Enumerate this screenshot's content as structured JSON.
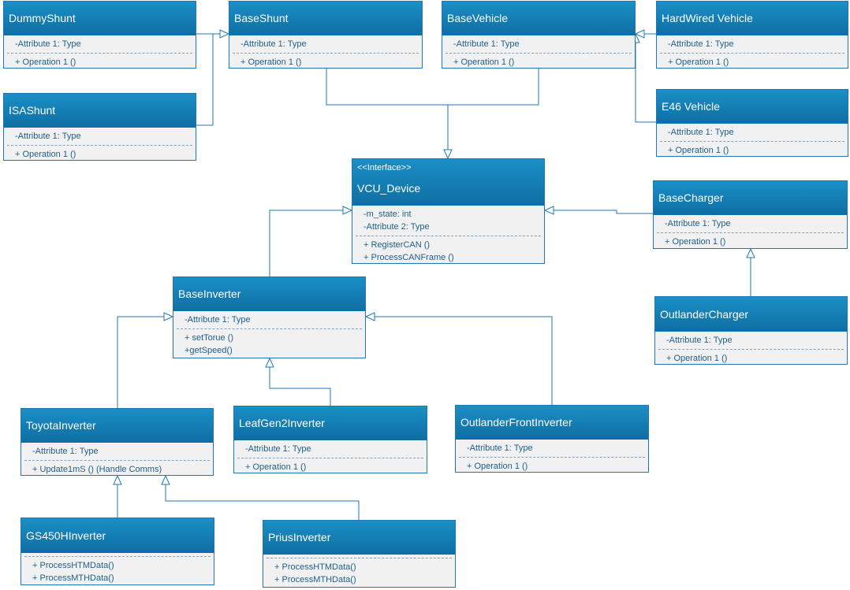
{
  "classes": {
    "dummy_shunt": {
      "name": "DummyShunt",
      "attributes": [
        "-Attribute 1: Type"
      ],
      "operations": [
        "+ Operation 1 ()"
      ]
    },
    "isa_shunt": {
      "name": "ISAShunt",
      "attributes": [
        "-Attribute 1: Type"
      ],
      "operations": [
        "+ Operation 1 ()"
      ]
    },
    "base_shunt": {
      "name": "BaseShunt",
      "attributes": [
        "-Attribute 1: Type"
      ],
      "operations": [
        "+ Operation 1 ()"
      ]
    },
    "base_vehicle": {
      "name": "BaseVehicle",
      "attributes": [
        "-Attribute 1: Type"
      ],
      "operations": [
        "+ Operation 1 ()"
      ]
    },
    "hardwired_vehicle": {
      "name": "HardWired Vehicle",
      "attributes": [
        "-Attribute 1: Type"
      ],
      "operations": [
        "+ Operation 1 ()"
      ]
    },
    "e46_vehicle": {
      "name": "E46 Vehicle",
      "attributes": [
        "-Attribute 1: Type"
      ],
      "operations": [
        "+ Operation 1 ()"
      ]
    },
    "vcu_device": {
      "stereotype": "<<Interface>>",
      "name": "VCU_Device",
      "attributes": [
        "-m_state: int",
        "-Attribute 2: Type"
      ],
      "operations": [
        "+ RegisterCAN ()",
        "+ ProcessCANFrame ()"
      ]
    },
    "base_charger": {
      "name": "BaseCharger",
      "attributes": [
        "-Attribute 1: Type"
      ],
      "operations": [
        "+ Operation 1 ()"
      ]
    },
    "outlander_charger": {
      "name": "OutlanderCharger",
      "attributes": [
        "-Attribute 1: Type"
      ],
      "operations": [
        "+ Operation 1 ()"
      ]
    },
    "base_inverter": {
      "name": "BaseInverter",
      "attributes": [
        "-Attribute 1: Type"
      ],
      "operations": [
        "+ setTorue ()",
        "+getSpeed()"
      ]
    },
    "toyota_inverter": {
      "name": "ToyotaInverter",
      "attributes": [
        "-Attribute 1: Type"
      ],
      "operations": [
        "+ Update1mS () (Handle Comms)"
      ]
    },
    "leafgen2_inverter": {
      "name": "LeafGen2Inverter",
      "attributes": [
        "-Attribute 1: Type"
      ],
      "operations": [
        "+ Operation 1 ()"
      ]
    },
    "outlander_front_inverter": {
      "name": "OutlanderFrontInverter",
      "attributes": [
        "-Attribute 1: Type"
      ],
      "operations": [
        "+ Operation 1 ()"
      ]
    },
    "gs450h_inverter": {
      "name": "GS450HInverter",
      "attributes": [],
      "operations": [
        "+ ProcessHTMData()",
        "+ ProcessMTHData()"
      ]
    },
    "prius_inverter": {
      "name": "PriusInverter",
      "attributes": [],
      "operations": [
        "+ ProcessHTMData()",
        "+ ProcessMTHData()"
      ]
    }
  },
  "colors": {
    "header": "#0f6ea3",
    "line": "#1f77b4",
    "body": "#f1f1f1",
    "text": "#1f5f8b"
  }
}
